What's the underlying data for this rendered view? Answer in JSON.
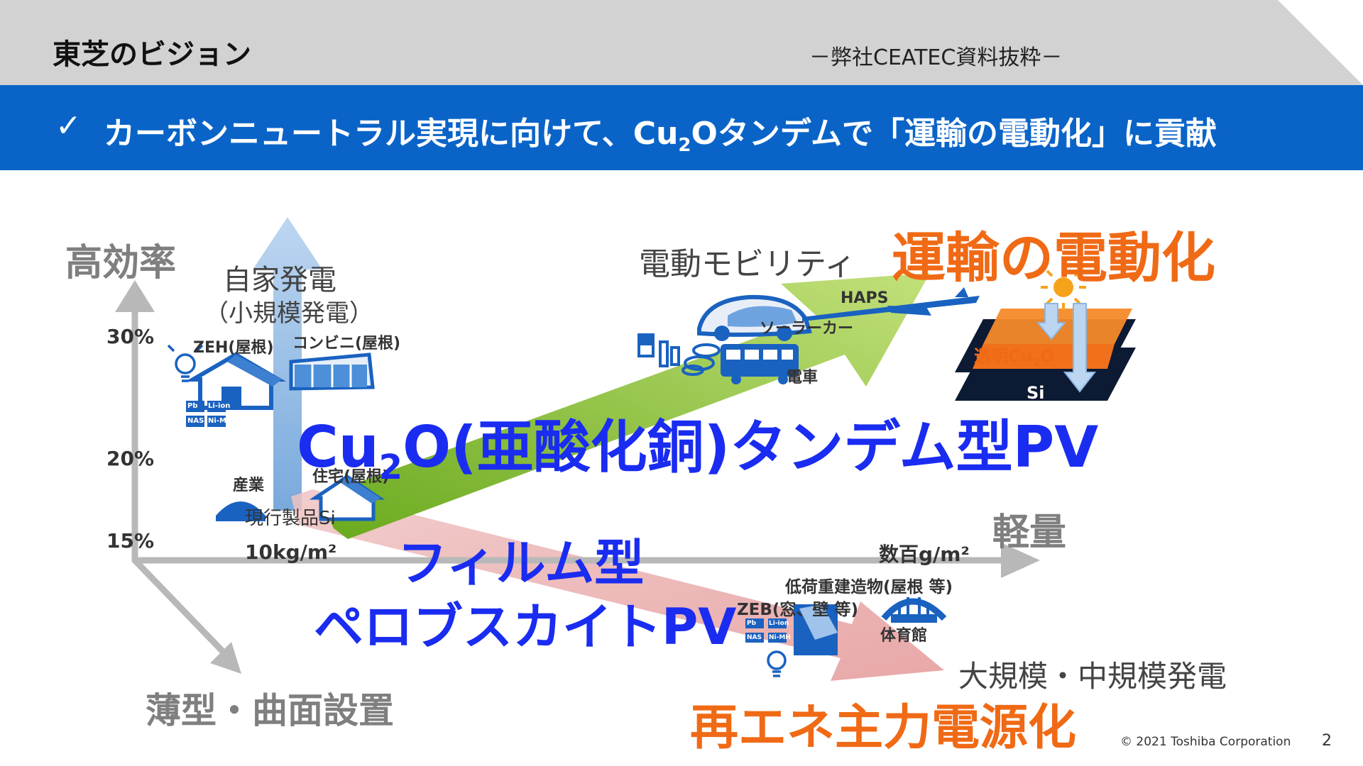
{
  "header": {
    "title": "東芝のビジョン",
    "source": "－弊社CEATEC資料抜粋－"
  },
  "banner": {
    "check": "✓",
    "text_before": "カーボンニュートラル実現に向けて、Cu",
    "text_sub": "2",
    "text_after": "Oタンデムで「運輸の電動化」に貢献"
  },
  "axes": {
    "y_label": "高効率",
    "x_label": "軽量",
    "z_label": "薄型・曲面設置",
    "ticks": [
      "30%",
      "20%",
      "15%"
    ],
    "weight_left": "10kg/m²",
    "weight_right": "数百g/m²"
  },
  "upper_left": {
    "caption1": "自家発電",
    "caption2": "（小規模発電）",
    "zeh": "ZEH(屋根)",
    "convenience": "コンビニ(屋根)",
    "battery_labels": [
      "Pb",
      "Li-ion",
      "NAS",
      "Ni-MH"
    ],
    "industry": "産業",
    "residence": "住宅(屋根)",
    "current_product": "現行製品Si"
  },
  "upper_right": {
    "caption": "電動モビリティ",
    "goal": "運輸の電動化",
    "haps": "HAPS",
    "solar_car": "ソーラーカー",
    "train": "電車",
    "transparent_before": "透明Cu",
    "transparent_sub": "2",
    "transparent_after": "O",
    "si": "Si"
  },
  "tandem": {
    "before": "Cu",
    "sub": "2",
    "after": "O(亜酸化銅)タンデム型PV"
  },
  "perovskite": {
    "line1": "フィルム型",
    "line2": "ペロブスカイトPV"
  },
  "lower_right": {
    "low_load": "低荷重建造物(屋根 等)",
    "zeb": "ZEB(窓、壁 等)",
    "gym": "体育館",
    "battery_labels": [
      "Pb",
      "Li-ion",
      "NAS",
      "Ni-MH"
    ],
    "caption": "大規模・中規模発電",
    "goal": "再エネ主力電源化"
  },
  "footer": {
    "copyright": "© 2021 Toshiba Corporation",
    "page": "2"
  },
  "colors": {
    "banner_blue": "#0a64c8",
    "accent_orange": "#f06a16",
    "tandem_blue": "#1a2cf0",
    "arrow_green": "#8cc63f",
    "arrow_pink": "#e8a0a0",
    "arrow_lightblue": "#8fb7e0"
  },
  "icons": [
    "lightbulb-icon",
    "house-icon",
    "store-icon",
    "factory-icon",
    "car-icon",
    "train-icon",
    "plane-icon",
    "sun-icon",
    "charger-icon",
    "gym-icon",
    "building-icon"
  ]
}
